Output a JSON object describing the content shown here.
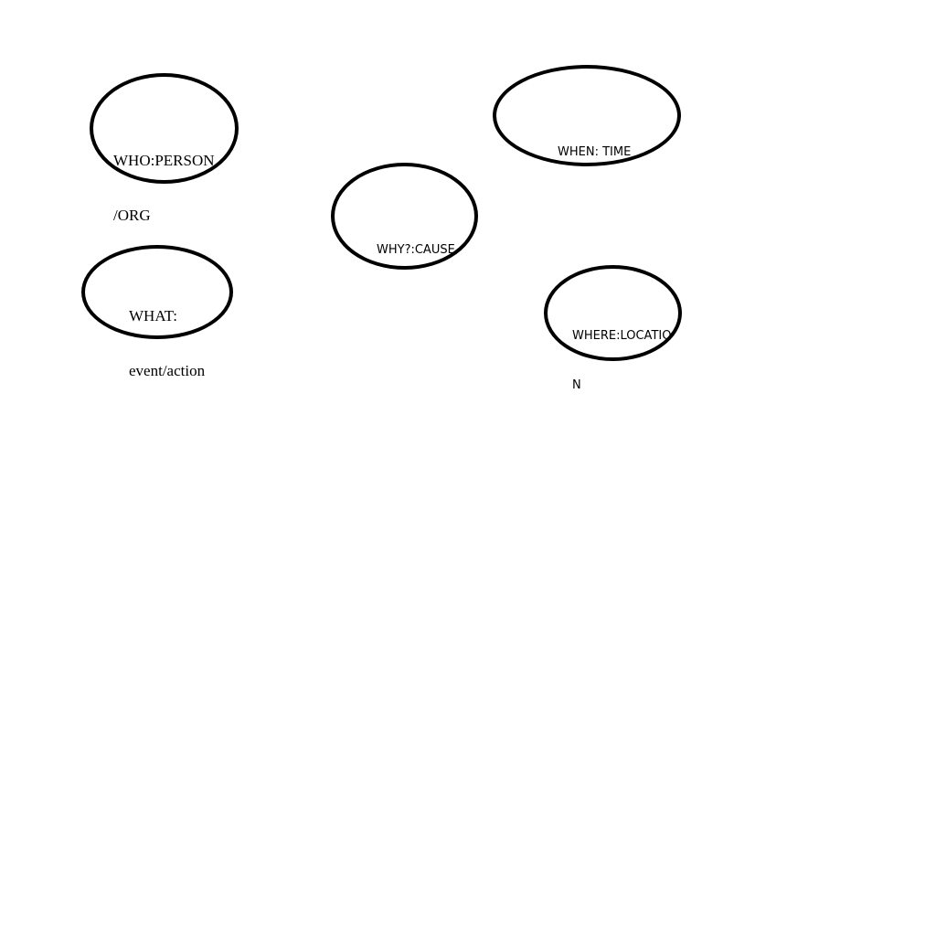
{
  "nodes": {
    "who": {
      "line1": "WHO:PERSON",
      "line2": "/ORG"
    },
    "when": {
      "line1": "WHEN: TIME"
    },
    "why": {
      "line1": "WHY?:CAUSE"
    },
    "what": {
      "line1": "WHAT:",
      "line2": "event/action"
    },
    "where": {
      "line1": "WHERE:LOCATIO",
      "line2": "N"
    }
  },
  "colors": {
    "stroke": "#000000",
    "background": "#ffffff"
  }
}
